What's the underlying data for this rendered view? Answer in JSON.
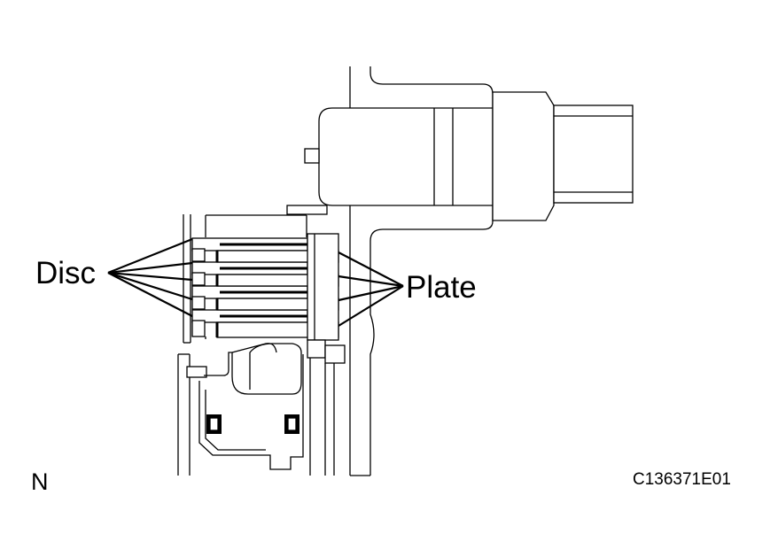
{
  "labels": {
    "disc": "Disc",
    "plate": "Plate",
    "corner": "N",
    "code": "C136371E01"
  }
}
